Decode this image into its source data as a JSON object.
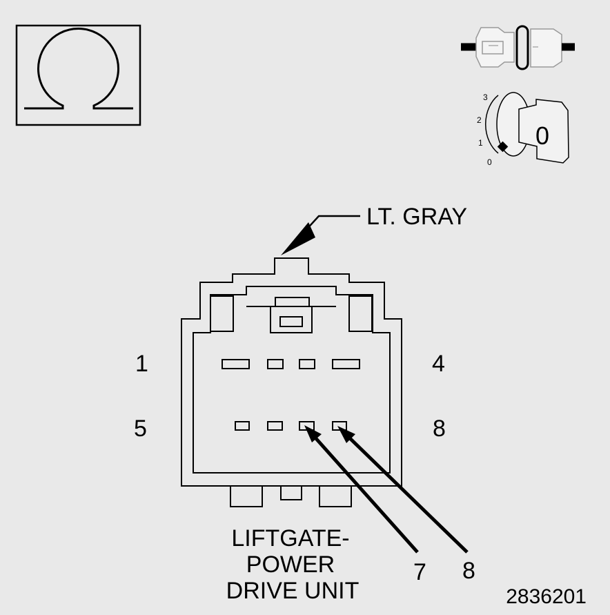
{
  "diagram": {
    "color_label": "LT. GRAY",
    "pin_labels": {
      "top_left": "1",
      "top_right": "4",
      "bottom_left": "5",
      "bottom_right": "8"
    },
    "callout_pins": [
      "7",
      "8"
    ],
    "component_name_lines": [
      "LIFTGATE-",
      "POWER",
      "DRIVE UNIT"
    ],
    "figure_number": "2836201",
    "symbol": "ohm-icon",
    "ignition_positions": [
      "3",
      "2",
      "1",
      "0"
    ],
    "key_position": "0"
  },
  "colors": {
    "background": "#e9e9e9",
    "line": "#000000",
    "light_line": "#999999"
  }
}
